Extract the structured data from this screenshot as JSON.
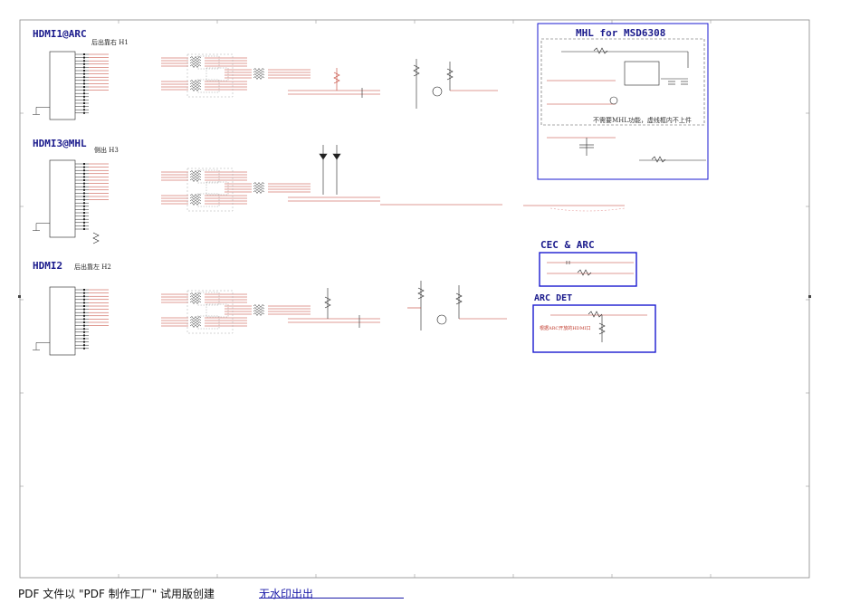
{
  "sections": {
    "hdmi1": {
      "title": "HDMI1@ARC",
      "subtitle": "后出靠右 H1"
    },
    "hdmi3": {
      "title": "HDMI3@MHL",
      "subtitle": "侧出 H3"
    },
    "hdmi2": {
      "title": "HDMI2",
      "subtitle": "后出靠左 H2"
    },
    "mhl": {
      "title": "MHL for MSD6308",
      "note": "不需要MHL功能，虚线框内不上件"
    },
    "cec_arc": {
      "title": "CEC & ARC"
    },
    "arc_det": {
      "title": "ARC DET",
      "note": "根据ARC开放的HDMI口"
    }
  },
  "footer": {
    "text": "PDF 文件以 \"PDF 制作工厂\" 试用版创建",
    "link": "无水印出出"
  },
  "colors": {
    "wire": "#c0392b",
    "component": "#222222",
    "frame": "#1a1a8c",
    "box": "#1a1ad0"
  }
}
